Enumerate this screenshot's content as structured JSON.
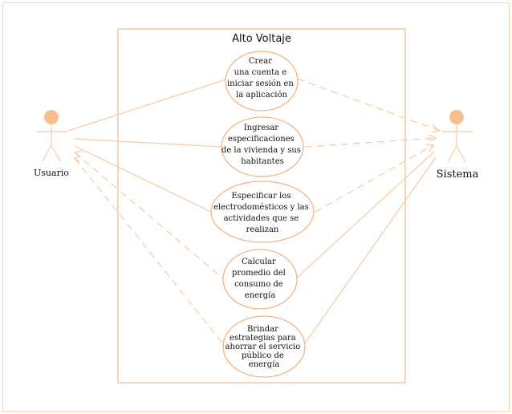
{
  "system_title": "Alto Voltaje",
  "actors": {
    "user": "Usuario",
    "system": "Sistema"
  },
  "use_cases": [
    [
      "Crear",
      "una cuenta e",
      "iniciar sesión en",
      "la aplicación"
    ],
    [
      "Ingresar",
      "especificaciones",
      "de la vivienda y sus",
      "habitantes"
    ],
    [
      "Especificar los",
      "electrodomésticos y las",
      "actividades que se",
      "realizan"
    ],
    [
      "Calcular",
      "promedio del",
      "consumo de",
      "energía"
    ],
    [
      "Brindar",
      "estrategias para",
      "ahorrar el servicio",
      "público de",
      "energía"
    ]
  ],
  "colors": {
    "frame": "#f6d3b6",
    "boundary": "#f2b88a",
    "ellipse": "#f3b483",
    "line": "#f8c9a2",
    "actor_head": "#f7be8f"
  }
}
